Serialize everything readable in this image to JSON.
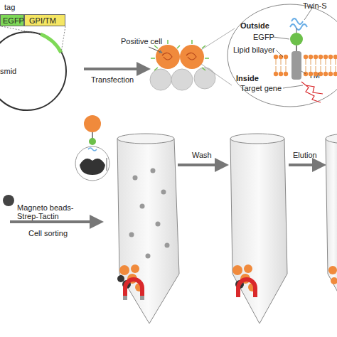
{
  "diagram": {
    "nodes": [
      {
        "text": [
          "EGFP"
        ]
      },
      {
        "text": [
          "GPI/TM"
        ]
      },
      {
        "text": [
          "Twin-S",
          "Outside",
          "EGFP",
          "Lipid bilayer",
          "TM",
          "Inside",
          "Target gene"
        ]
      }
    ],
    "labels": [
      "tag",
      "smid",
      "Transfection",
      "Positive cell",
      "Magneto beads- Strep-Tactin",
      "Cell sorting",
      "Wash",
      "Elution"
    ]
  }
}
